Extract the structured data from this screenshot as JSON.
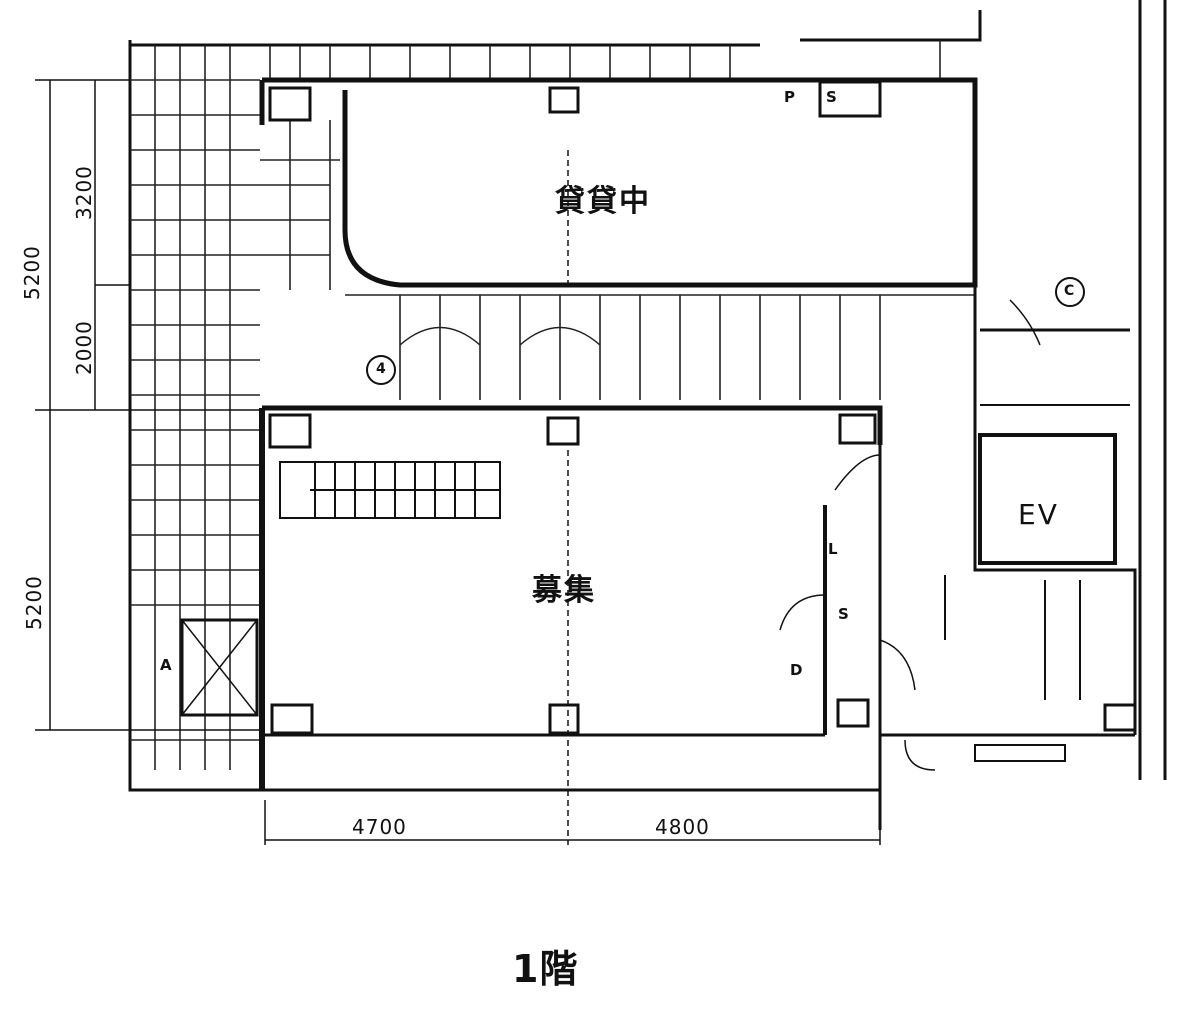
{
  "rooms": {
    "upper_unit": "貸貸中",
    "lower_unit": "募集",
    "elevator": "EV"
  },
  "dimensions": {
    "left_total_top": "5200",
    "left_upper_a": "3200",
    "left_upper_b": "2000",
    "left_total_bottom": "5200",
    "bottom_left": "4700",
    "bottom_right": "4800"
  },
  "markers": {
    "pipe_shaft": "P",
    "shaft_s_top": "S",
    "shaft_s_mid": "S",
    "circle_4": "4",
    "circle_c": "C",
    "mark_a_left": "A",
    "mark_d": "D",
    "mark_l": "L"
  },
  "floor_label": "1階"
}
